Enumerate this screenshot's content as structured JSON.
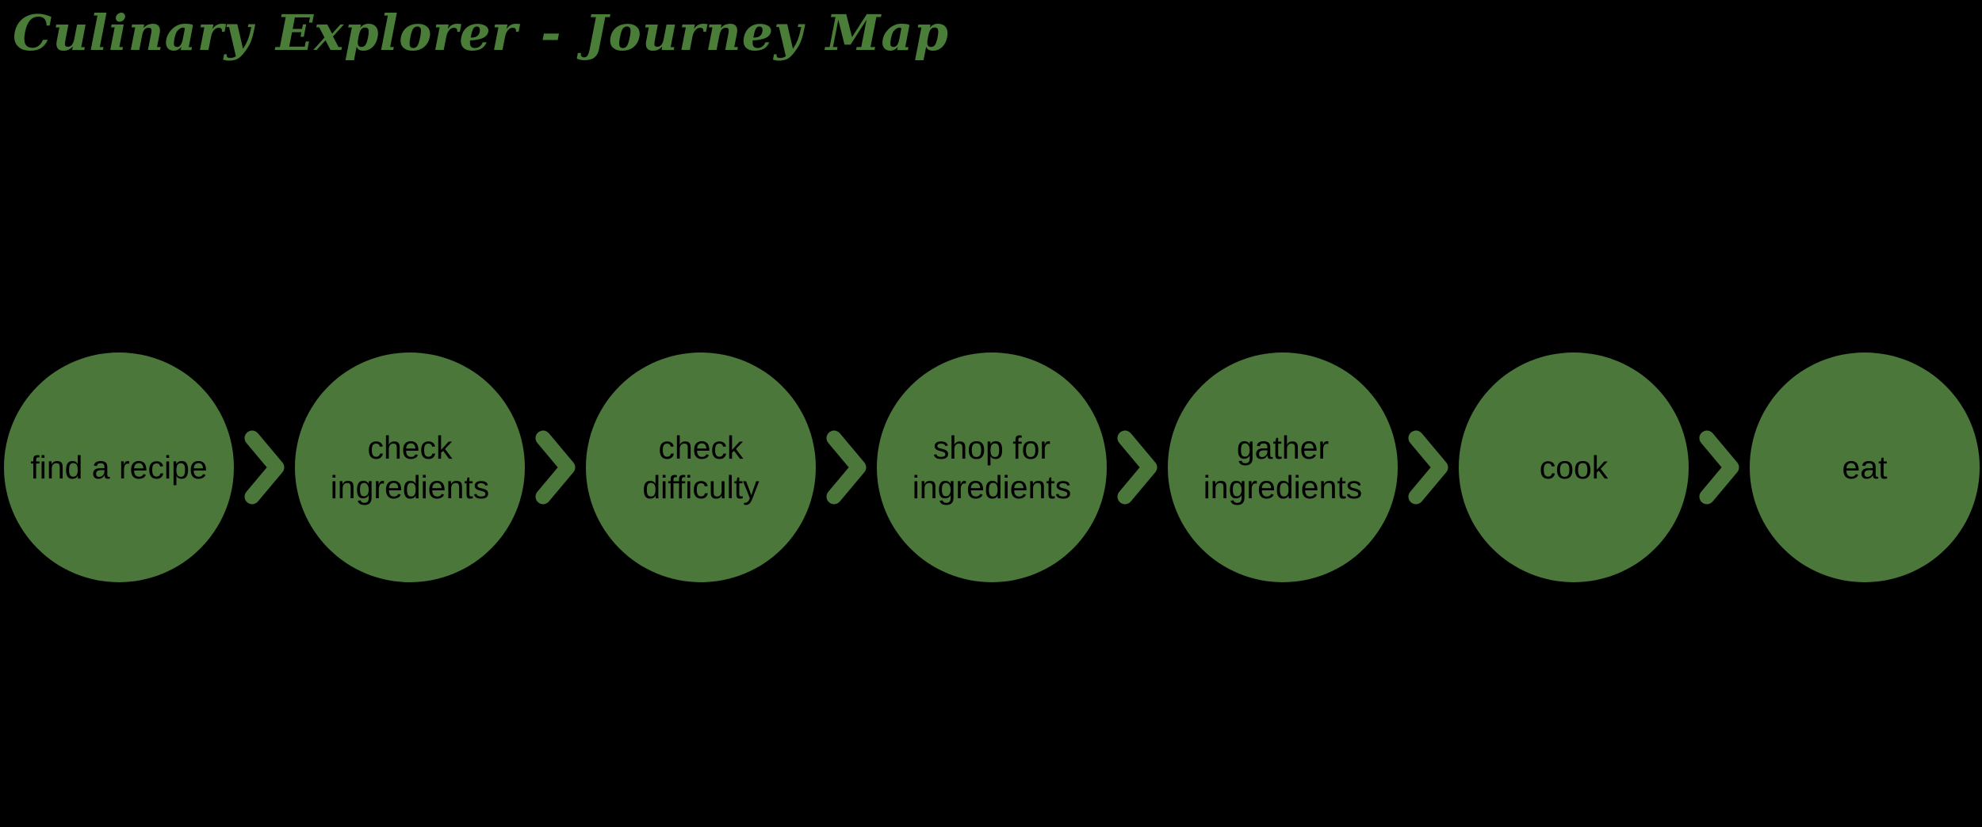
{
  "page": {
    "background": "#000000"
  },
  "header": {
    "title": "Culinary Explorer - Journey Map",
    "title_color": "#4a7d38"
  },
  "journey": {
    "node_color": "#4b773b",
    "label_color": "#000000",
    "arrow_color": "#4b773b",
    "arrow_glyph": "chevron-right",
    "steps": [
      {
        "label": "find a recipe"
      },
      {
        "label": "check ingredients"
      },
      {
        "label": "check difficulty"
      },
      {
        "label": "shop for ingredients"
      },
      {
        "label": "gather ingredients"
      },
      {
        "label": "cook"
      },
      {
        "label": "eat"
      }
    ]
  }
}
